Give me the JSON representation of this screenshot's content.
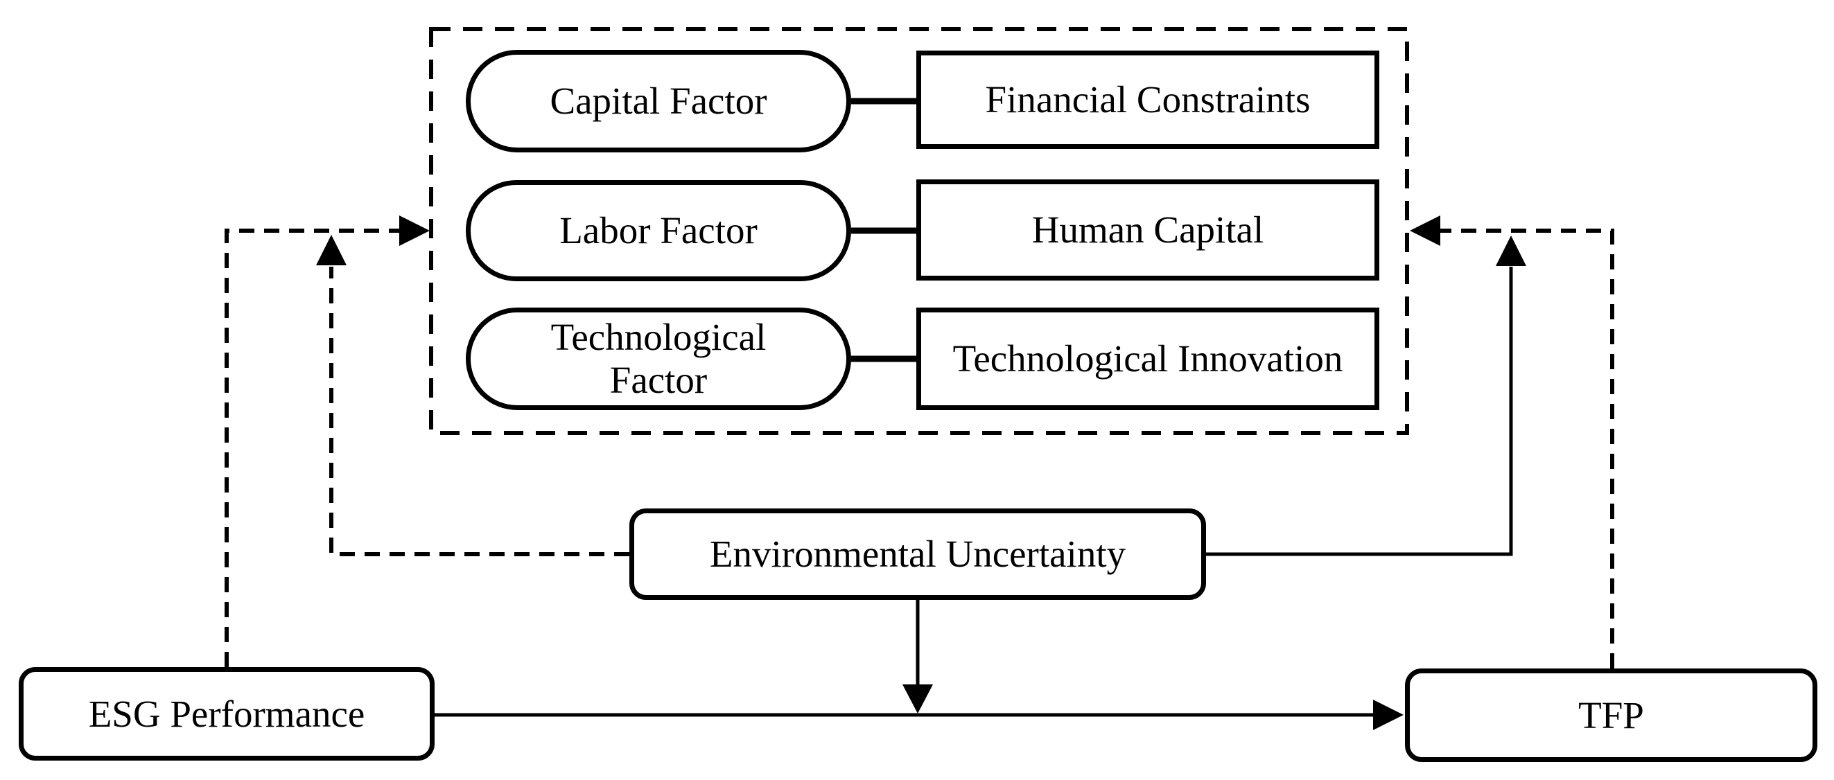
{
  "figure": {
    "background": "#ffffff",
    "line_color": "#000000",
    "factor_box": {
      "rows": [
        {
          "factor": "Capital Factor",
          "mediator": "Financial Constraints"
        },
        {
          "factor": "Labor Factor",
          "mediator": "Human Capital"
        },
        {
          "factor": "Technological Factor",
          "mediator": "Technological Innovation"
        }
      ]
    },
    "nodes": {
      "environmental_uncertainty": "Environmental Uncertainty",
      "esg_performance": "ESG Performance",
      "tfp": "TFP"
    }
  }
}
